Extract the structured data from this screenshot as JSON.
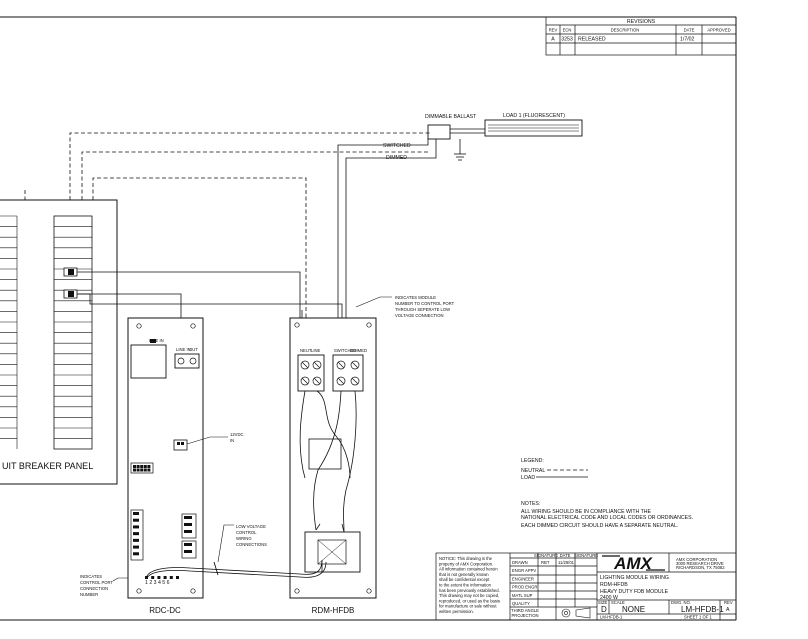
{
  "revisions": {
    "title": "REVISIONS",
    "headers": [
      "REV",
      "ECN",
      "DESCRIPTION",
      "DATE",
      "APPROVED"
    ],
    "rows": [
      [
        "A",
        "3253",
        "RELEASED",
        "1/7/02",
        ""
      ]
    ]
  },
  "labels": {
    "ballast": "DIMMABLE BALLAST",
    "load": "LOAD 1 (FLUORESCENT)",
    "switched": "SWITCHED",
    "dimmed": "DIMMED",
    "breaker_panel": "UIT BREAKER PANEL",
    "indicates_module": [
      "INDICATES MODULE",
      "NUMBER TO CONTROL PORT",
      "THROUGH SEPERATE LOW",
      "VOLTAGE CONNECTION"
    ],
    "line_in": "LINE IN",
    "out": "OUT",
    "rdm_left": "NEUT",
    "rdm_left2": "LINE",
    "rdm_right": "SWITCHED",
    "rdm_right2": "DIMMED",
    "vdc": [
      "12VDC",
      "IN"
    ],
    "low_voltage": [
      "LOW VOLTAGE",
      "CONTROL",
      "WIRING",
      "CONNECTIONS"
    ],
    "indicates_port": [
      "INDICATES",
      "CONTROL PORT",
      "CONNECTION",
      "NUMBER"
    ],
    "port_numbers": "1 2 3 4 5 6",
    "rdc": "RDC-DC",
    "rdm": "RDM-HFDB"
  },
  "legend": {
    "title": "LEGEND:",
    "neutral": "NEUTRAL",
    "load": "LOAD"
  },
  "notes": {
    "title": "NOTES:",
    "lines": [
      "ALL WIRING SHOULD BE IN COMPLIANCE WITH THE",
      "NATIONAL ELECTRICAL CODE AND LOCAL CODES OR ORDINANCES.",
      "EACH DIMMED CIRCUIT SHOULD HAVE A SEPARATE NEUTRAL."
    ]
  },
  "title_block": {
    "notice": [
      "NOTICE:  This drawing is the",
      "property of AMX Corporation.",
      "All information contained herein",
      "that is not generally known",
      "shall be confidential except",
      "to the extent the information",
      "has been previously established.",
      "This drawing may not be copied,",
      "reproduced, or used as the basis",
      "for manufacture or sale without",
      "written permission."
    ],
    "sig_headers": [
      "SIGNATURE",
      "DATE"
    ],
    "roles": [
      "DRAWN",
      "ENGR APPV",
      "ENGINEER",
      "PROD ENGR",
      "MATL SUP",
      "QUALITY"
    ],
    "drawn_by": "RBT",
    "drawn_date": "11/29/01",
    "projection": [
      "THIRD ANGLE",
      "PROJECTION"
    ],
    "company_logo": "AMX",
    "company": [
      "AMX CORPORATION",
      "3000 RESEARCH DRIVE",
      "RICHARDSON, TX 75082"
    ],
    "title_lines": [
      "LIGHTING MODULE WIRING",
      "RDM-HFDB",
      "HEAVY DUTY FDB MODULE",
      "2400 W"
    ],
    "size_label": "SIZE",
    "size": "D",
    "scale_label": "SCALE",
    "scale": "NONE",
    "dwg_label": "DWG. NO.",
    "dwg": "LM-HFDB-1",
    "rev_label": "REV",
    "rev": "A",
    "file": "LM-HFDB-1",
    "sheet": "SHEET  1 OF 1"
  }
}
